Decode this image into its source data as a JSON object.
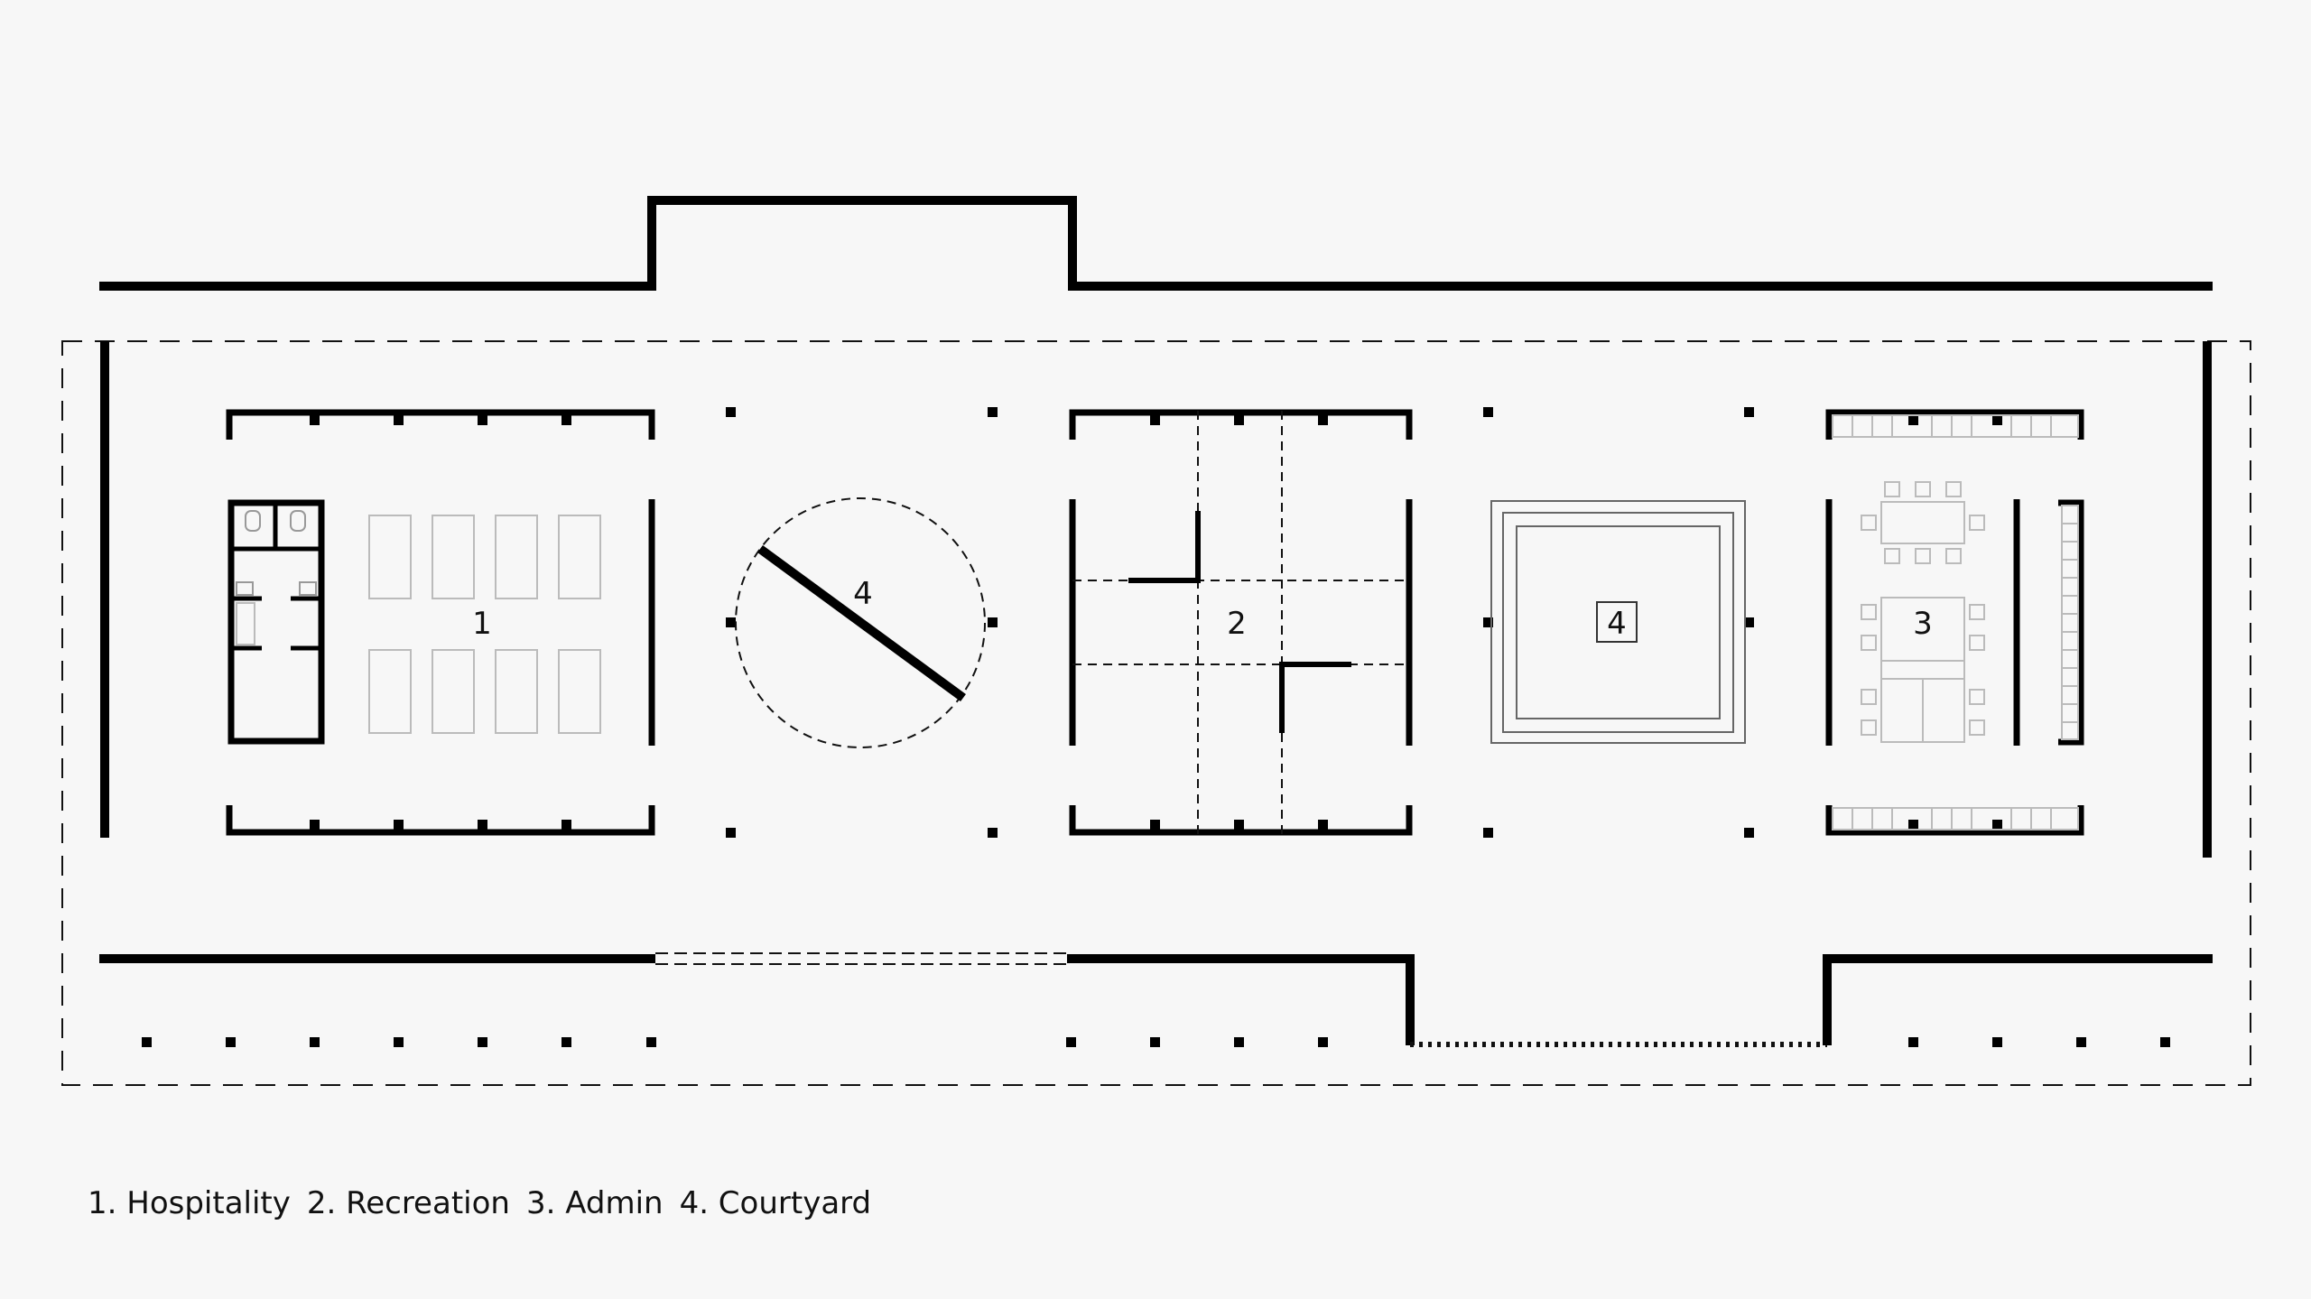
{
  "plan": {
    "room_labels": {
      "hospitality": "1",
      "recreation": "2",
      "admin": "3",
      "courtyard_round": "4",
      "courtyard_square": "4"
    }
  },
  "legend": {
    "items": [
      "1. Hospitality",
      "2. Recreation",
      "3. Admin",
      "4. Courtyard"
    ]
  },
  "colors": {
    "background": "#f7f7f7",
    "wall": "#000000",
    "furniture": "#bbbbbb"
  }
}
